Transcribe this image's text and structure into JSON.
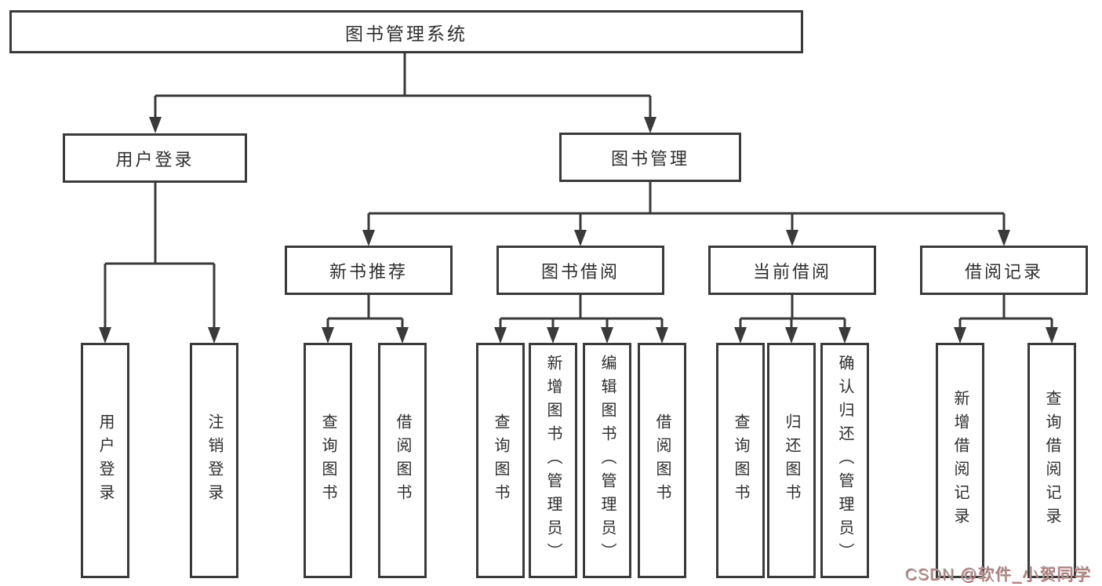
{
  "diagram": {
    "root": {
      "label": "图书管理系统"
    },
    "level2": [
      {
        "label": "用户登录",
        "parent": "图书管理系统"
      },
      {
        "label": "图书管理",
        "parent": "图书管理系统"
      }
    ],
    "level3": [
      {
        "label": "新书推荐",
        "parent": "图书管理"
      },
      {
        "label": "图书借阅",
        "parent": "图书管理"
      },
      {
        "label": "当前借阅",
        "parent": "图书管理"
      },
      {
        "label": "借阅记录",
        "parent": "图书管理"
      }
    ],
    "leaves": [
      {
        "label": "用户登录",
        "parent": "用户登录"
      },
      {
        "label": "注销登录",
        "parent": "用户登录"
      },
      {
        "label": "查询图书",
        "parent": "新书推荐"
      },
      {
        "label": "借阅图书",
        "parent": "新书推荐"
      },
      {
        "label": "查询图书",
        "parent": "图书借阅"
      },
      {
        "label": "新增图书（管理员）",
        "parent": "图书借阅"
      },
      {
        "label": "编辑图书（管理员）",
        "parent": "图书借阅"
      },
      {
        "label": "借阅图书",
        "parent": "图书借阅"
      },
      {
        "label": "查询图书",
        "parent": "当前借阅"
      },
      {
        "label": "归还图书",
        "parent": "当前借阅"
      },
      {
        "label": "确认归还（管理员）",
        "parent": "当前借阅"
      },
      {
        "label": "新增借阅记录",
        "parent": "借阅记录"
      },
      {
        "label": "查询借阅记录",
        "parent": "借阅记录"
      }
    ]
  },
  "watermark": {
    "text": "CSDN @软件_小贺同学"
  },
  "colors": {
    "line": "#3a3a3a",
    "text": "#2e2e2e",
    "background": "#ffffff",
    "watermark": "#9e9e9e",
    "watermark_shadow": "#c4625c"
  }
}
